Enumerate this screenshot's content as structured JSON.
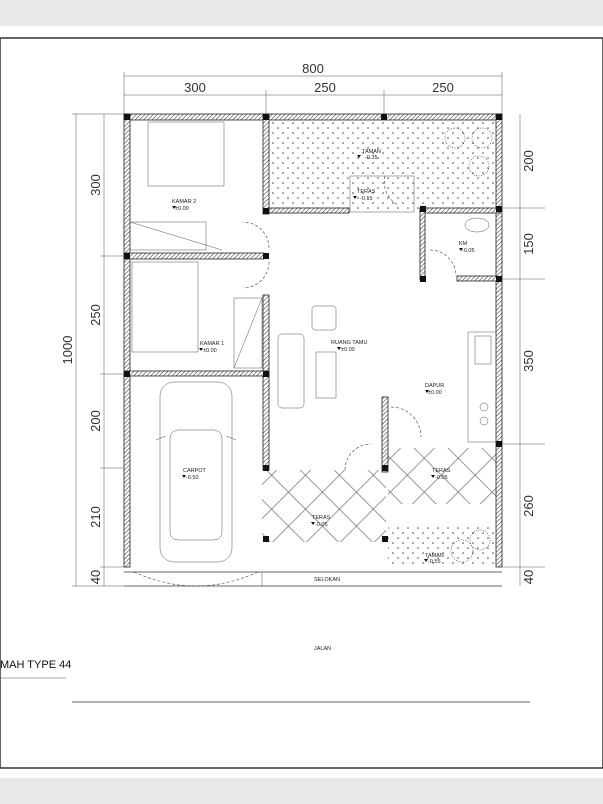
{
  "title": "MAH TYPE 44",
  "dimensions": {
    "top_total": "800",
    "top": [
      "300",
      "250",
      "250"
    ],
    "left_total": "1000",
    "left": [
      "300",
      "250",
      "200",
      "210",
      "40"
    ],
    "right": [
      "200",
      "150",
      "350",
      "260",
      "40"
    ]
  },
  "rooms": [
    {
      "name": "KAMAR 2",
      "level": "±0.00"
    },
    {
      "name": "TAMAN",
      "level": "-0.35"
    },
    {
      "name": "TERAS",
      "level": "-0.15"
    },
    {
      "name": "KM",
      "level": "-0.05"
    },
    {
      "name": "KAMAR 1",
      "level": "±0.00"
    },
    {
      "name": "RUANG TAMU",
      "level": "±0.00"
    },
    {
      "name": "DAPUR",
      "level": "±0.00"
    },
    {
      "name": "CARPOT",
      "level": "-0.50"
    },
    {
      "name": "TERAS",
      "level": "-0.05"
    },
    {
      "name": "TERAS",
      "level": "-0.05"
    },
    {
      "name": "TAMAN",
      "level": "-0.55"
    }
  ],
  "selokan": "SELOKAN",
  "jalan": "JALAN"
}
